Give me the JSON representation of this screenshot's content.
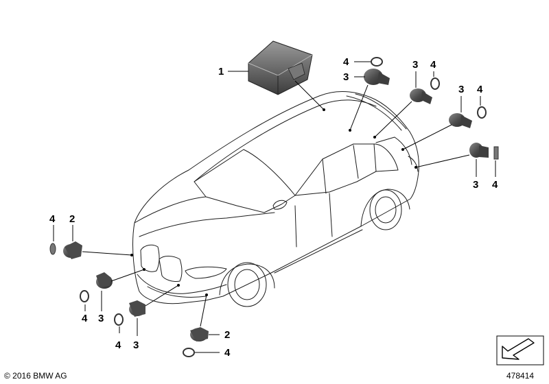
{
  "diagram": {
    "callouts": [
      {
        "id": "c1",
        "label": "1"
      },
      {
        "id": "c2",
        "label": "4"
      },
      {
        "id": "c3",
        "label": "3"
      },
      {
        "id": "c4",
        "label": "3"
      },
      {
        "id": "c5",
        "label": "4"
      },
      {
        "id": "c6",
        "label": "3"
      },
      {
        "id": "c7",
        "label": "4"
      },
      {
        "id": "c8",
        "label": "3"
      },
      {
        "id": "c9",
        "label": "4"
      },
      {
        "id": "c10",
        "label": "4"
      },
      {
        "id": "c11",
        "label": "2"
      },
      {
        "id": "c12",
        "label": "4"
      },
      {
        "id": "c13",
        "label": "3"
      },
      {
        "id": "c14",
        "label": "4"
      },
      {
        "id": "c15",
        "label": "3"
      },
      {
        "id": "c16",
        "label": "2"
      },
      {
        "id": "c17",
        "label": "4"
      }
    ],
    "copyright": "© 2016 BMW AG",
    "diagram_number": "478414",
    "part_color": "#5a5a5a",
    "line_color": "#1a1a1a"
  }
}
